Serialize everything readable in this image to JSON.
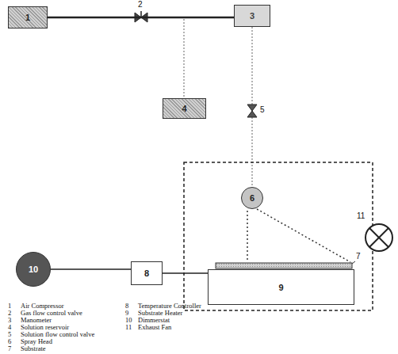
{
  "diagram": {
    "nodes": [
      {
        "text": [
          "1"
        ]
      },
      {
        "text": [
          "3"
        ]
      },
      {
        "text": [
          "4"
        ]
      },
      {
        "text": [
          "6"
        ]
      },
      {
        "text": [
          "10"
        ]
      },
      {
        "text": [
          "8"
        ]
      },
      {
        "text": [
          "9"
        ]
      }
    ],
    "edges": [
      {
        "from": 0,
        "to": 1,
        "arrow": "none"
      },
      {
        "from": 4,
        "to": 5,
        "arrow": "none"
      },
      {
        "from": 5,
        "to": 6,
        "arrow": "none"
      }
    ],
    "labels": [
      "2",
      "5",
      "7",
      "11",
      "1",
      "Air Compressor",
      "2",
      "Gas flow control valve",
      "3",
      "Manometer",
      "4",
      "Solution reservoir",
      "5",
      "Solution flow control valve",
      "6",
      "Spray Head",
      "7",
      "Substrate",
      "8",
      "Temperature Controller",
      "9",
      "Substrate Heater",
      "10",
      "Dimmerstat",
      "11",
      "Exhaust Fan"
    ]
  }
}
